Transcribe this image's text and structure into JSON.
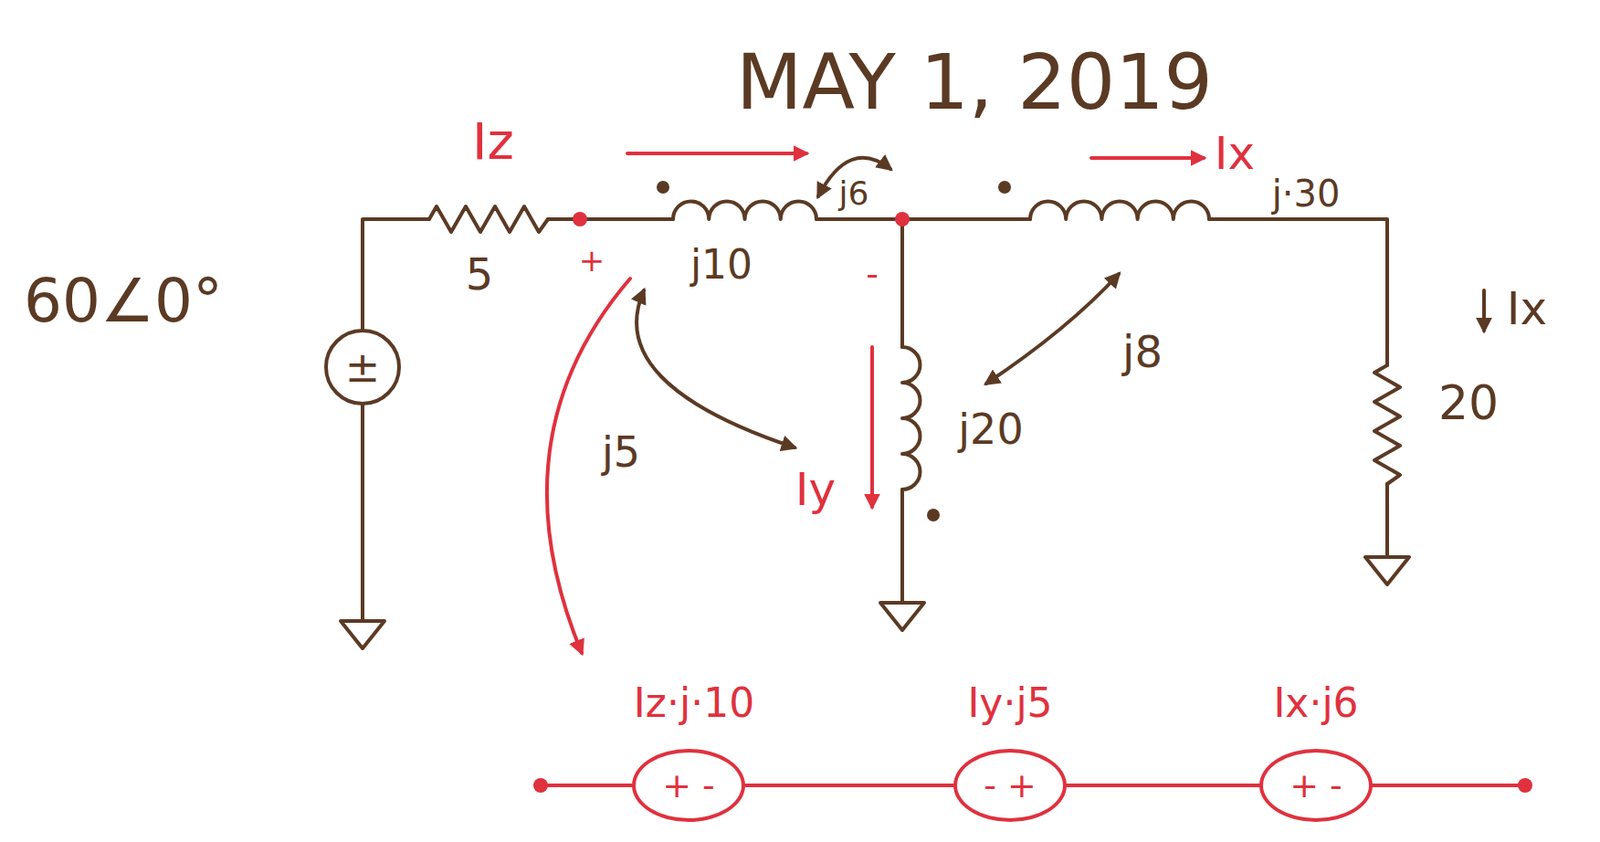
{
  "diagram": {
    "nodes": [
      {
        "text": [
          "±"
        ]
      },
      {
        "text": [
          "+ -"
        ]
      },
      {
        "text": [
          "- +"
        ]
      },
      {
        "text": [
          "+ -"
        ]
      }
    ],
    "edges": [
      {
        "from": 1,
        "to": 2,
        "arrow": "none"
      },
      {
        "from": 2,
        "to": 3,
        "arrow": "none"
      }
    ],
    "labels": [
      "MAY 1, 2019",
      "Iz",
      "j6",
      "Ix",
      "j·30",
      "60∠0°",
      "5",
      "+",
      "j10",
      "-",
      "j5",
      "Iy",
      "j20",
      "j8",
      "20",
      "Ix",
      "Iz·j·10",
      "Iy·j5",
      "Ix·j6"
    ]
  }
}
